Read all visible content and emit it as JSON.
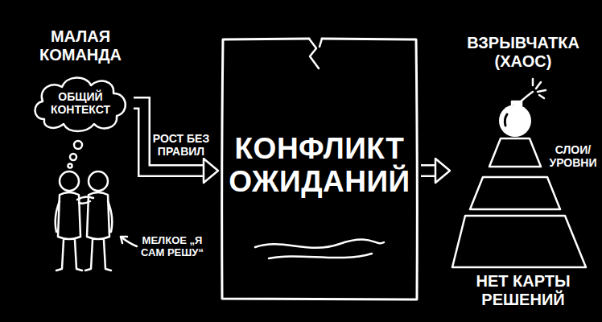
{
  "diagram": {
    "nodes": [
      {
        "text": [
          "ОБЩИЙ КОНТЕКСТ"
        ]
      },
      {
        "text": [
          "КОНФЛИКТ ОЖИДАНИЙ"
        ]
      },
      {
        "text": [
          "ВЗРЫВЧАТКА (ХАОС)",
          "НЕТ КАРТЫ РЕШЕНИЙ"
        ]
      }
    ],
    "edges": [
      {
        "from": 0,
        "to": 1,
        "label": "РОСТ БЕЗ ПРАВИЛ",
        "arrow": "to"
      },
      {
        "from": 1,
        "to": 2,
        "arrow": "to"
      }
    ],
    "labels": [
      "МАЛАЯ КОМАНДА",
      "МЕЛКОЕ „Я САМ РЕШУ“",
      "СЛОИ/ УРОВНИ"
    ]
  }
}
